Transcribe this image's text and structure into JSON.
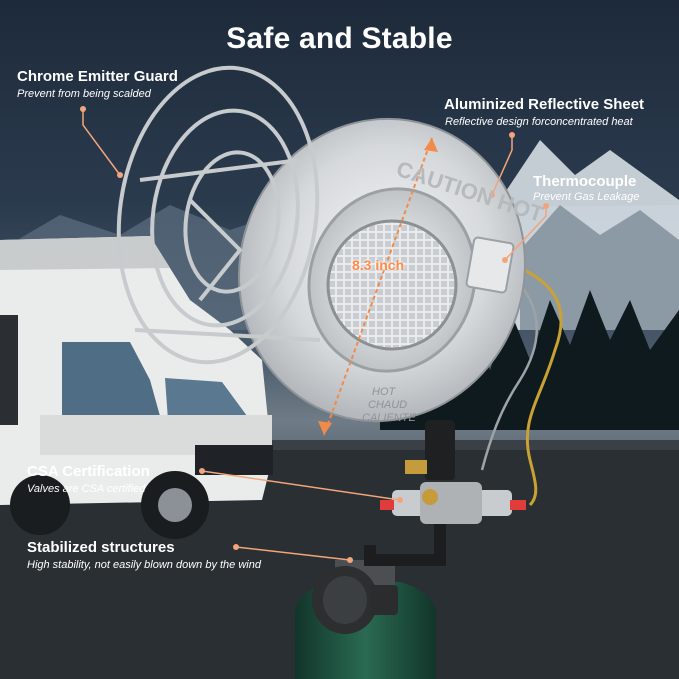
{
  "title": "Safe and Stable",
  "dimension_label": "8.3 inch",
  "heater_text": {
    "rim_text": "CAUTION HOT",
    "plate_line1": "HOT",
    "plate_line2": "CHAUD",
    "plate_line3": "CALIENTE"
  },
  "callouts": {
    "emitter_guard": {
      "title": "Chrome Emitter Guard",
      "subtitle": "Prevent from being scalded"
    },
    "reflective_sheet": {
      "title": "Aluminized Reflective Sheet",
      "subtitle": "Reflective design forconcentrated heat"
    },
    "thermocouple": {
      "title": "Thermocouple",
      "subtitle": "Prevent Gas Leakage"
    },
    "csa": {
      "title": "CSA Certification",
      "subtitle": "Valves are CSA certified"
    },
    "stabilized": {
      "title": "Stabilized structures",
      "subtitle": "High stability, not easily blown down by the wind"
    }
  },
  "colors": {
    "accent": "#f28a4a",
    "text": "#ffffff",
    "tank": "#1f4d3c",
    "reflector": "#d8dadc"
  }
}
